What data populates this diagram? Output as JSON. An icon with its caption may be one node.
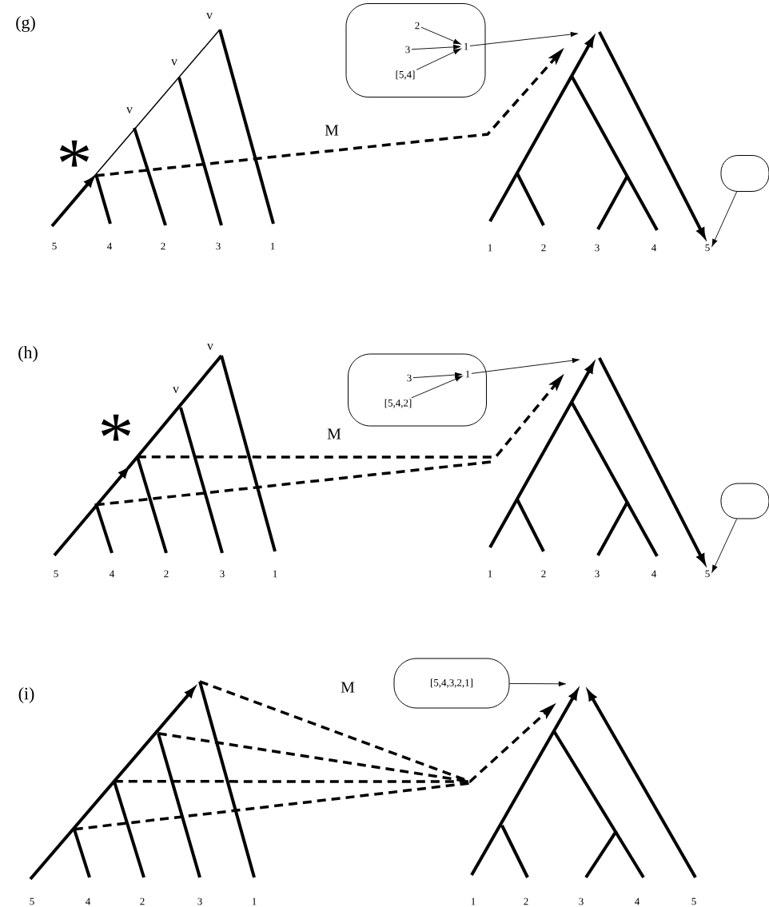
{
  "diagram": {
    "nodes": [
      {
        "text": [],
        "shape": "box"
      },
      {
        "text": [
          "2"
        ],
        "in": 0
      },
      {
        "text": [
          "3"
        ],
        "in": 0
      },
      {
        "text": [
          "[5,4]"
        ],
        "in": 0
      },
      {
        "text": [
          "1"
        ],
        "in": 0
      },
      {
        "text": [],
        "shape": "box"
      },
      {
        "text": [
          "5"
        ]
      },
      {
        "text": [],
        "shape": "box"
      },
      {
        "text": [
          "3"
        ],
        "in": 7
      },
      {
        "text": [
          "[5,4,2]"
        ],
        "in": 7
      },
      {
        "text": [
          "1"
        ],
        "in": 7
      },
      {
        "text": [],
        "shape": "box"
      },
      {
        "text": [
          "5"
        ]
      },
      {
        "text": [
          "[5,4,3,2,1]"
        ]
      },
      {
        "text": [],
        "shape": "picture"
      },
      {
        "text": [],
        "shape": "picture"
      },
      {
        "text": [],
        "shape": "picture"
      },
      {
        "text": [],
        "shape": "picture"
      },
      {
        "text": [],
        "shape": "picture"
      },
      {
        "text": [],
        "shape": "picture"
      }
    ],
    "edges": [
      {
        "from": 1,
        "to": 4,
        "arrow": "to"
      },
      {
        "from": 2,
        "to": 4,
        "arrow": "to"
      },
      {
        "from": 3,
        "to": 4,
        "arrow": "to"
      },
      {
        "from": 4,
        "to": 15,
        "arrow": "to"
      },
      {
        "from": 15,
        "to": 6,
        "arrow": "to",
        "style": "thick"
      },
      {
        "from": 5,
        "to": 6,
        "arrow": "to"
      },
      {
        "from": 8,
        "to": 10,
        "arrow": "to"
      },
      {
        "from": 9,
        "to": 10,
        "arrow": "to"
      },
      {
        "from": 10,
        "to": 17,
        "arrow": "to"
      },
      {
        "from": 17,
        "to": 12,
        "arrow": "to",
        "style": "thick"
      },
      {
        "from": 11,
        "to": 12,
        "arrow": "to"
      },
      {
        "from": 13,
        "to": 19,
        "arrow": "to"
      },
      {
        "from": 14,
        "to": 15,
        "arrow": "to",
        "style": "dashed"
      },
      {
        "from": 16,
        "to": 17,
        "arrow": "to",
        "style": "dashed"
      },
      {
        "from": 18,
        "to": 19,
        "arrow": "to",
        "style": "dashed"
      }
    ],
    "labels": [
      "(g)",
      "v",
      "v",
      "v",
      "*",
      "M",
      "5",
      "4",
      "2",
      "3",
      "1",
      "1",
      "2",
      "3",
      "4",
      "(h)",
      "v",
      "v",
      "*",
      "M",
      "5",
      "4",
      "2",
      "3",
      "1",
      "1",
      "2",
      "3",
      "4",
      "(i)",
      "M",
      "5",
      "4",
      "2",
      "3",
      "1",
      "1",
      "2",
      "3",
      "4",
      "5"
    ]
  }
}
